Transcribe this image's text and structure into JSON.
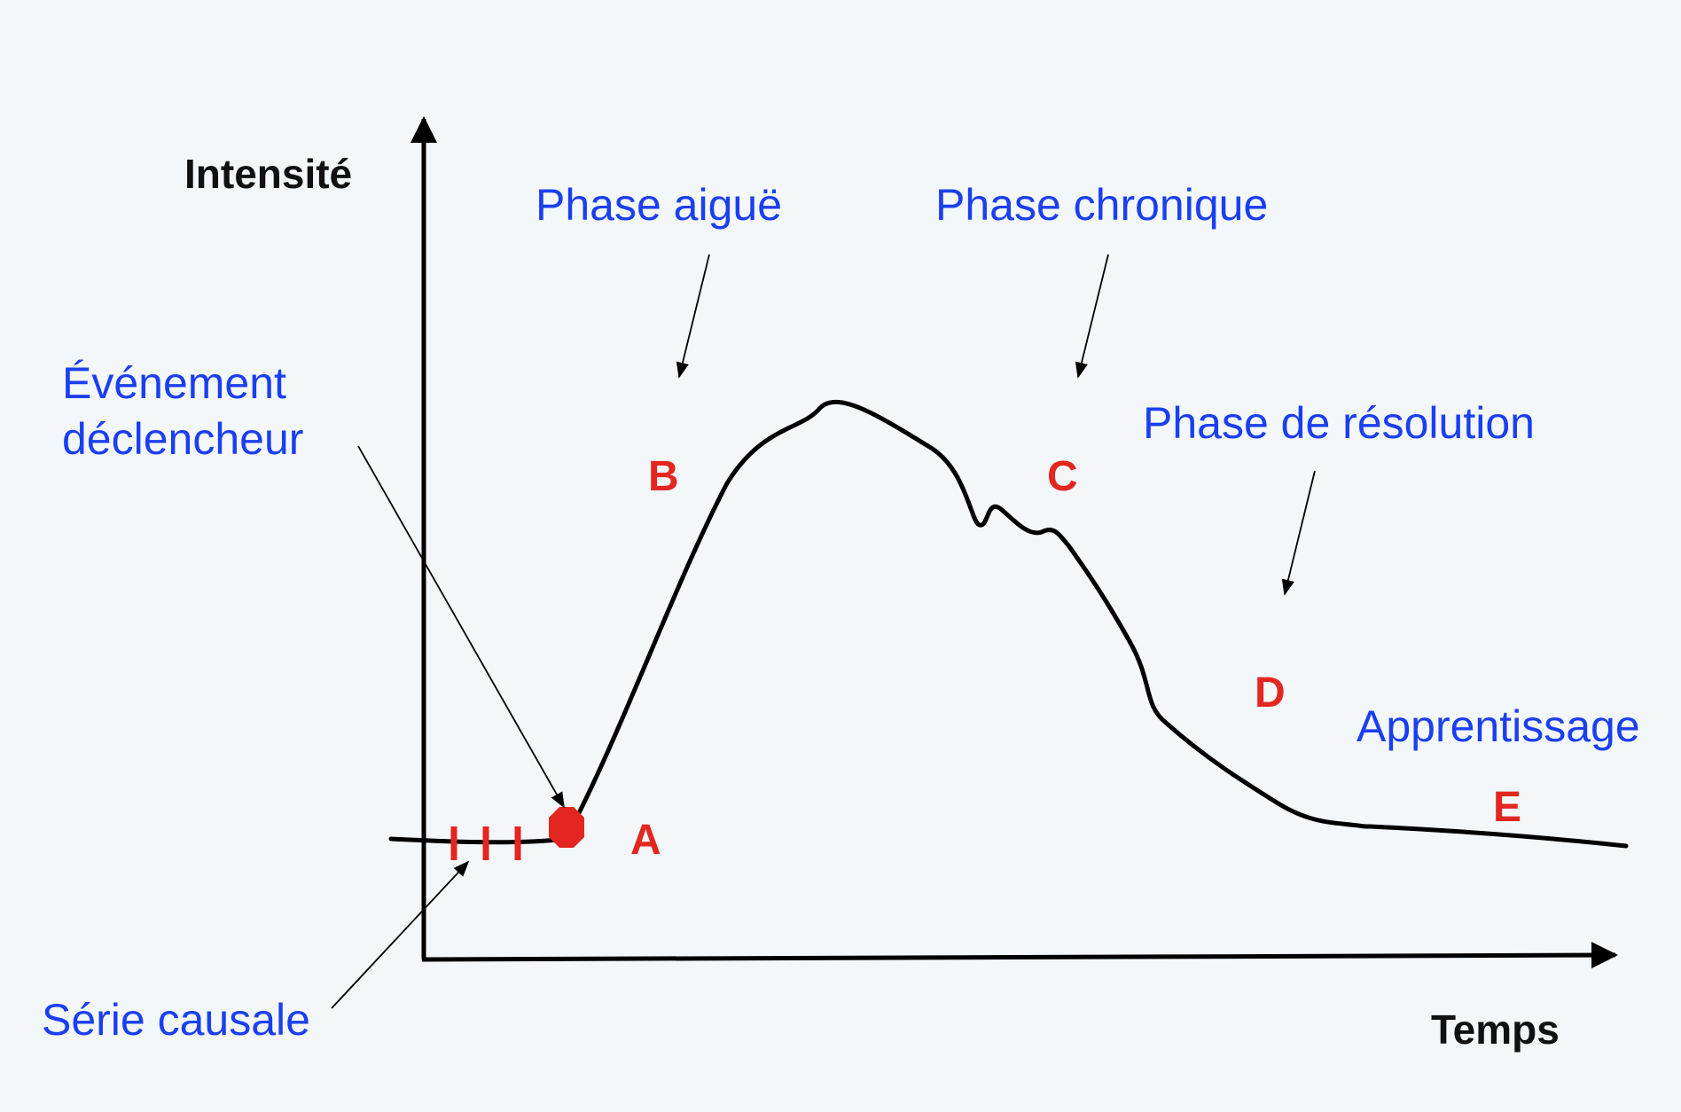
{
  "diagram": {
    "axes": {
      "y_label": "Intensité",
      "x_label": "Temps"
    },
    "phases": {
      "acute": "Phase aiguë",
      "chronic": "Phase chronique",
      "resolution": "Phase de résolution",
      "learning": "Apprentissage"
    },
    "annotations": {
      "trigger_line1": "Événement",
      "trigger_line2": "déclencheur",
      "causal_series": "Série causale"
    },
    "points": {
      "a": "A",
      "b": "B",
      "c": "C",
      "d": "D",
      "e": "E"
    },
    "colors": {
      "curve": "#000000",
      "annotation_text": "#1a3ff0",
      "markers": "#e3261f",
      "background": "#f4f7fa"
    }
  }
}
